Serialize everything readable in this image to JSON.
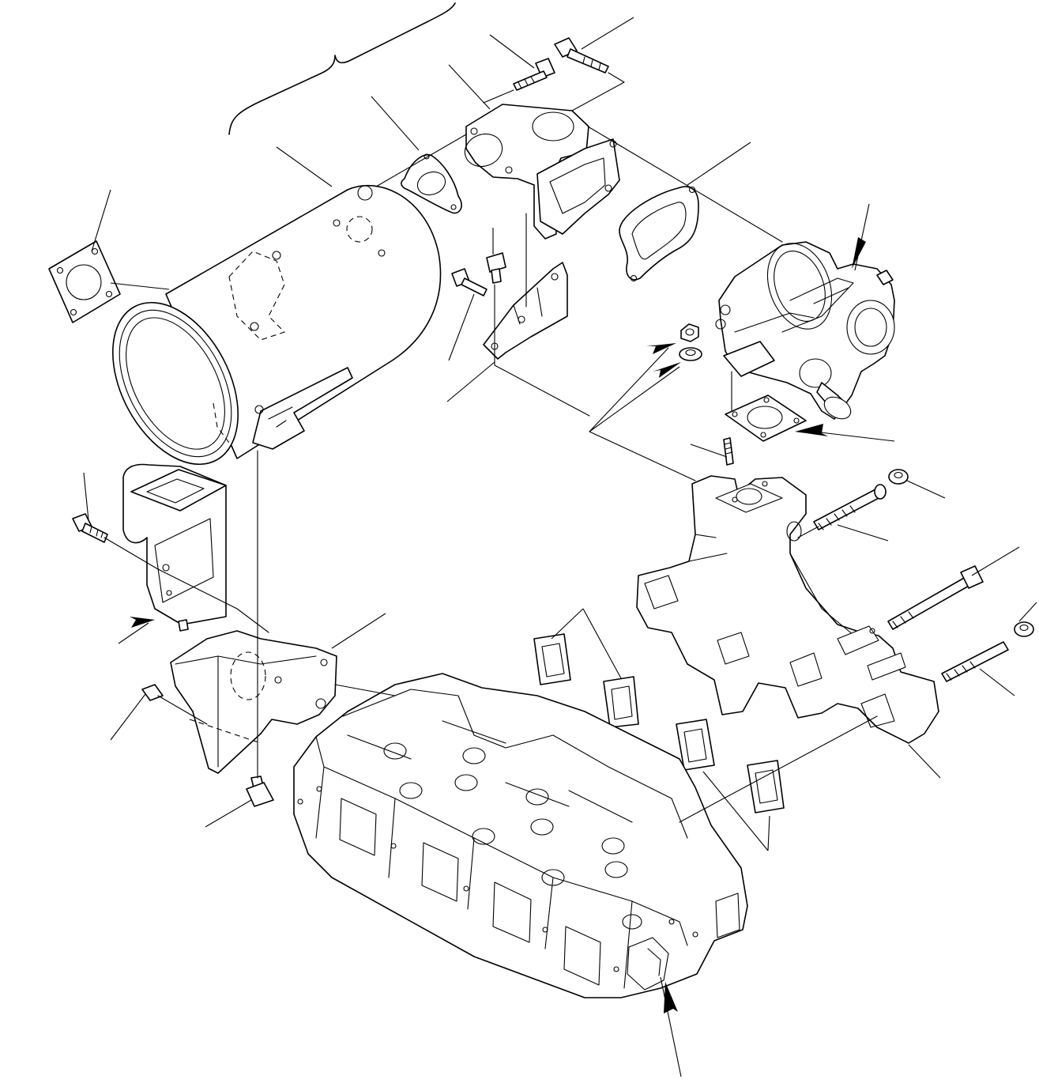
{
  "diagram": {
    "type": "exploded-parts-view",
    "labels": [],
    "callout_count": 30,
    "arrow_count": 6
  }
}
